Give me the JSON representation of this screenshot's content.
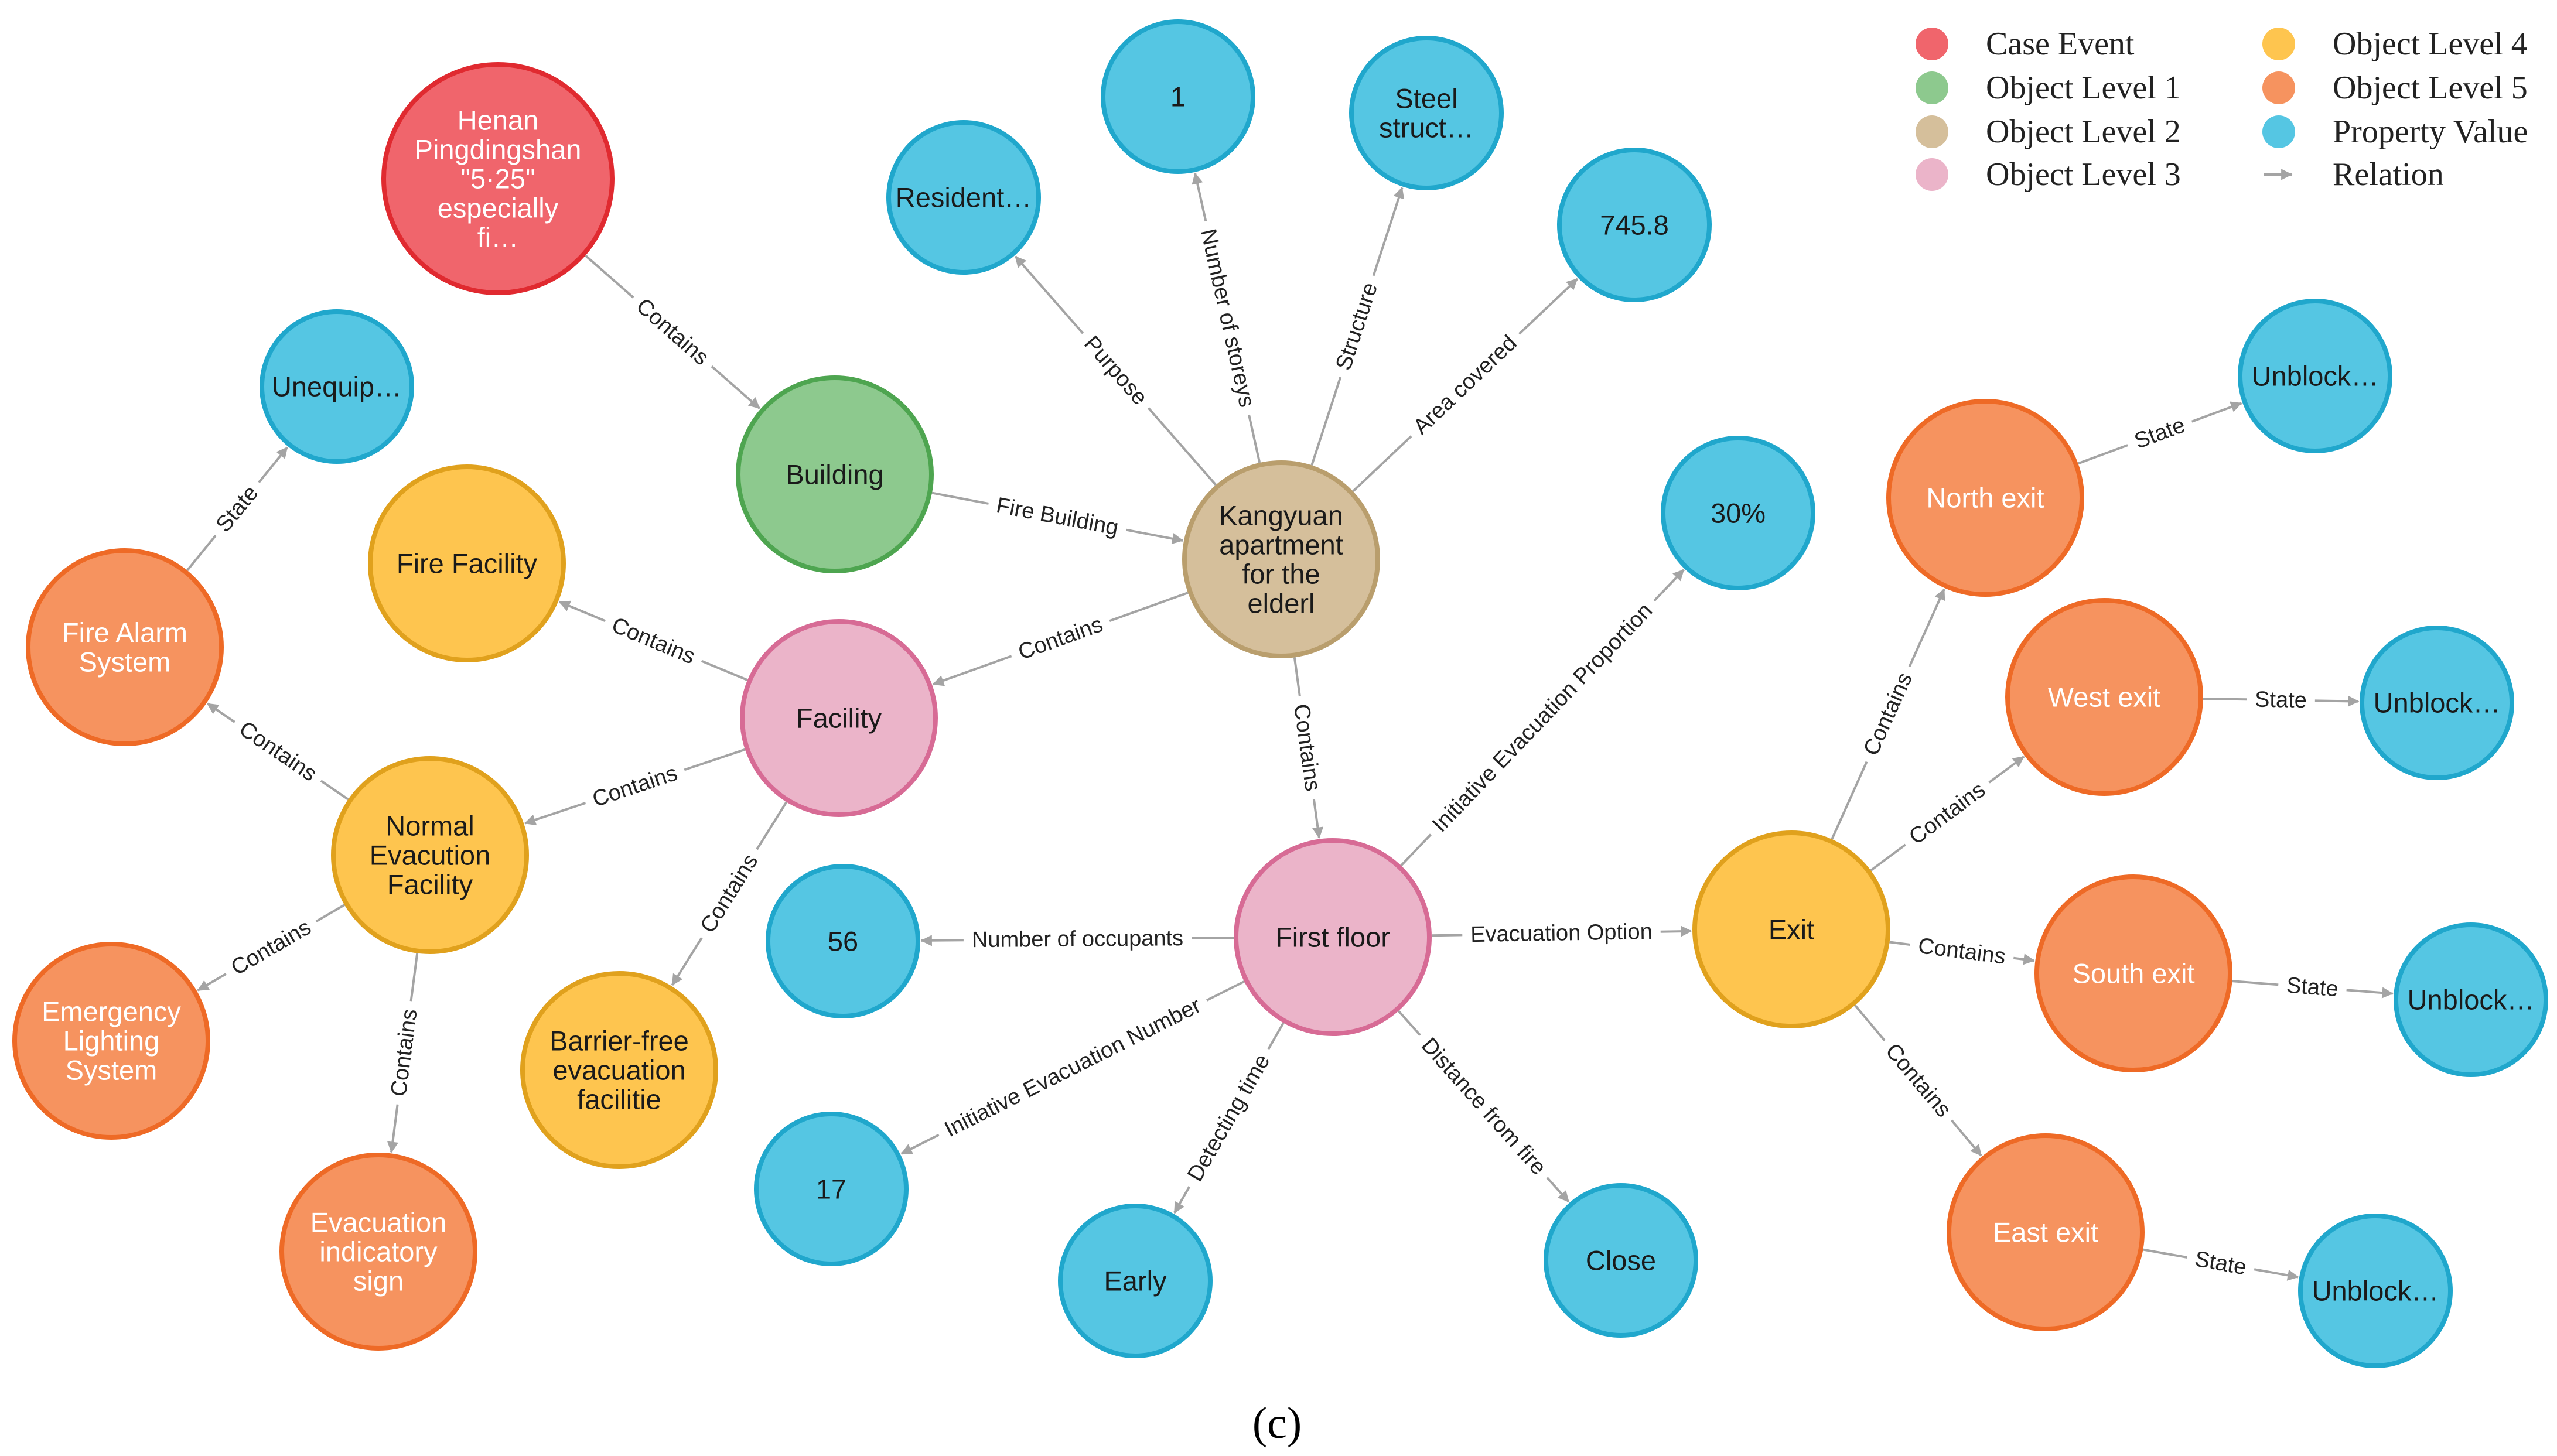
{
  "caption": "(c)",
  "colors": {
    "case_event": {
      "fill": "#f0656c",
      "stroke": "#e02a30"
    },
    "level1": {
      "fill": "#8dc98e",
      "stroke": "#4ea550"
    },
    "level2": {
      "fill": "#d5bf9b",
      "stroke": "#b99e6d"
    },
    "level3": {
      "fill": "#ebb4c9",
      "stroke": "#d76b95"
    },
    "level4": {
      "fill": "#fec54f",
      "stroke": "#e0a11d"
    },
    "level5": {
      "fill": "#f6935f",
      "stroke": "#ee6a26"
    },
    "property": {
      "fill": "#55c6e3",
      "stroke": "#20a7cc"
    },
    "edge": "#a4a4a4"
  },
  "legend": [
    {
      "key": "case_event",
      "label": "Case Event"
    },
    {
      "key": "level1",
      "label": "Object Level 1"
    },
    {
      "key": "level2",
      "label": "Object Level 2"
    },
    {
      "key": "level3",
      "label": "Object Level 3"
    },
    {
      "key": "level4",
      "label": "Object Level 4"
    },
    {
      "key": "level5",
      "label": "Object Level 5"
    },
    {
      "key": "property",
      "label": "Property Value"
    },
    {
      "key": "relation",
      "label": "Relation"
    }
  ],
  "nodes": [
    {
      "id": "henan",
      "type": "case_event",
      "lines": [
        "Henan",
        "Pingdingshan",
        "\"5·25\"",
        "especially",
        "fi…"
      ]
    },
    {
      "id": "building",
      "type": "level1",
      "lines": [
        "Building"
      ]
    },
    {
      "id": "kangyuan",
      "type": "level2",
      "lines": [
        "Kangyuan",
        "apartment",
        "for the",
        "elderl"
      ]
    },
    {
      "id": "facility",
      "type": "level3",
      "lines": [
        "Facility"
      ]
    },
    {
      "id": "first_floor",
      "type": "level3",
      "lines": [
        "First floor"
      ]
    },
    {
      "id": "fire_facility",
      "type": "level4",
      "lines": [
        "Fire Facility"
      ]
    },
    {
      "id": "normal_evac",
      "type": "level4",
      "lines": [
        "Normal",
        "Evacution",
        "Facility"
      ]
    },
    {
      "id": "barrier_free",
      "type": "level4",
      "lines": [
        "Barrier-free",
        "evacuation",
        "facilitie"
      ]
    },
    {
      "id": "exit",
      "type": "level4",
      "lines": [
        "Exit"
      ]
    },
    {
      "id": "fire_alarm",
      "type": "level5",
      "lines": [
        "Fire Alarm",
        "System"
      ]
    },
    {
      "id": "emergency",
      "type": "level5",
      "lines": [
        "Emergency",
        "Lighting",
        "System"
      ]
    },
    {
      "id": "indicator",
      "type": "level5",
      "lines": [
        "Evacuation",
        "indicatory",
        "sign"
      ]
    },
    {
      "id": "north",
      "type": "level5",
      "lines": [
        "North exit"
      ]
    },
    {
      "id": "west",
      "type": "level5",
      "lines": [
        "West exit"
      ]
    },
    {
      "id": "south",
      "type": "level5",
      "lines": [
        "South exit"
      ]
    },
    {
      "id": "east",
      "type": "level5",
      "lines": [
        "East exit"
      ]
    },
    {
      "id": "resident",
      "type": "property",
      "lines": [
        "Resident…"
      ]
    },
    {
      "id": "one",
      "type": "property",
      "lines": [
        "1"
      ]
    },
    {
      "id": "steel",
      "type": "property",
      "lines": [
        "Steel",
        "struct…"
      ]
    },
    {
      "id": "area",
      "type": "property",
      "lines": [
        "745.8"
      ]
    },
    {
      "id": "unequip",
      "type": "property",
      "lines": [
        "Unequip…"
      ]
    },
    {
      "id": "pct",
      "type": "property",
      "lines": [
        "30%"
      ]
    },
    {
      "id": "occ",
      "type": "property",
      "lines": [
        "56"
      ]
    },
    {
      "id": "num",
      "type": "property",
      "lines": [
        "17"
      ]
    },
    {
      "id": "early",
      "type": "property",
      "lines": [
        "Early"
      ]
    },
    {
      "id": "close",
      "type": "property",
      "lines": [
        "Close"
      ]
    },
    {
      "id": "unb_n",
      "type": "property",
      "lines": [
        "Unblock…"
      ]
    },
    {
      "id": "unb_w",
      "type": "property",
      "lines": [
        "Unblock…"
      ]
    },
    {
      "id": "unb_s",
      "type": "property",
      "lines": [
        "Unblock…"
      ]
    },
    {
      "id": "unb_e",
      "type": "property",
      "lines": [
        "Unblock…"
      ]
    }
  ],
  "edges": [
    {
      "from": "henan",
      "to": "building",
      "label": "Contains"
    },
    {
      "from": "building",
      "to": "kangyuan",
      "label": "Fire Building"
    },
    {
      "from": "kangyuan",
      "to": "resident",
      "label": "Purpose"
    },
    {
      "from": "kangyuan",
      "to": "one",
      "label": "Number of storeys"
    },
    {
      "from": "kangyuan",
      "to": "steel",
      "label": "Structure"
    },
    {
      "from": "kangyuan",
      "to": "area",
      "label": "Area covered"
    },
    {
      "from": "kangyuan",
      "to": "facility",
      "label": "Contains"
    },
    {
      "from": "kangyuan",
      "to": "first_floor",
      "label": "Contains"
    },
    {
      "from": "facility",
      "to": "fire_facility",
      "label": "Contains"
    },
    {
      "from": "facility",
      "to": "normal_evac",
      "label": "Contains"
    },
    {
      "from": "facility",
      "to": "barrier_free",
      "label": "Contains"
    },
    {
      "from": "normal_evac",
      "to": "fire_alarm",
      "label": "Contains"
    },
    {
      "from": "normal_evac",
      "to": "emergency",
      "label": "Contains"
    },
    {
      "from": "normal_evac",
      "to": "indicator",
      "label": "Contains"
    },
    {
      "from": "fire_alarm",
      "to": "unequip",
      "label": "State"
    },
    {
      "from": "first_floor",
      "to": "pct",
      "label": "Initiative Evacuation Proportion"
    },
    {
      "from": "first_floor",
      "to": "occ",
      "label": "Number of occupants"
    },
    {
      "from": "first_floor",
      "to": "num",
      "label": "Initiative Evacuation Number"
    },
    {
      "from": "first_floor",
      "to": "early",
      "label": "Detecting time"
    },
    {
      "from": "first_floor",
      "to": "close",
      "label": "Distance from fire"
    },
    {
      "from": "first_floor",
      "to": "exit",
      "label": "Evacuation Option"
    },
    {
      "from": "exit",
      "to": "north",
      "label": "Contains"
    },
    {
      "from": "exit",
      "to": "west",
      "label": "Contains"
    },
    {
      "from": "exit",
      "to": "south",
      "label": "Contains"
    },
    {
      "from": "exit",
      "to": "east",
      "label": "Contains"
    },
    {
      "from": "north",
      "to": "unb_n",
      "label": "State"
    },
    {
      "from": "west",
      "to": "unb_w",
      "label": "State"
    },
    {
      "from": "south",
      "to": "unb_s",
      "label": "State"
    },
    {
      "from": "east",
      "to": "unb_e",
      "label": "State"
    }
  ]
}
